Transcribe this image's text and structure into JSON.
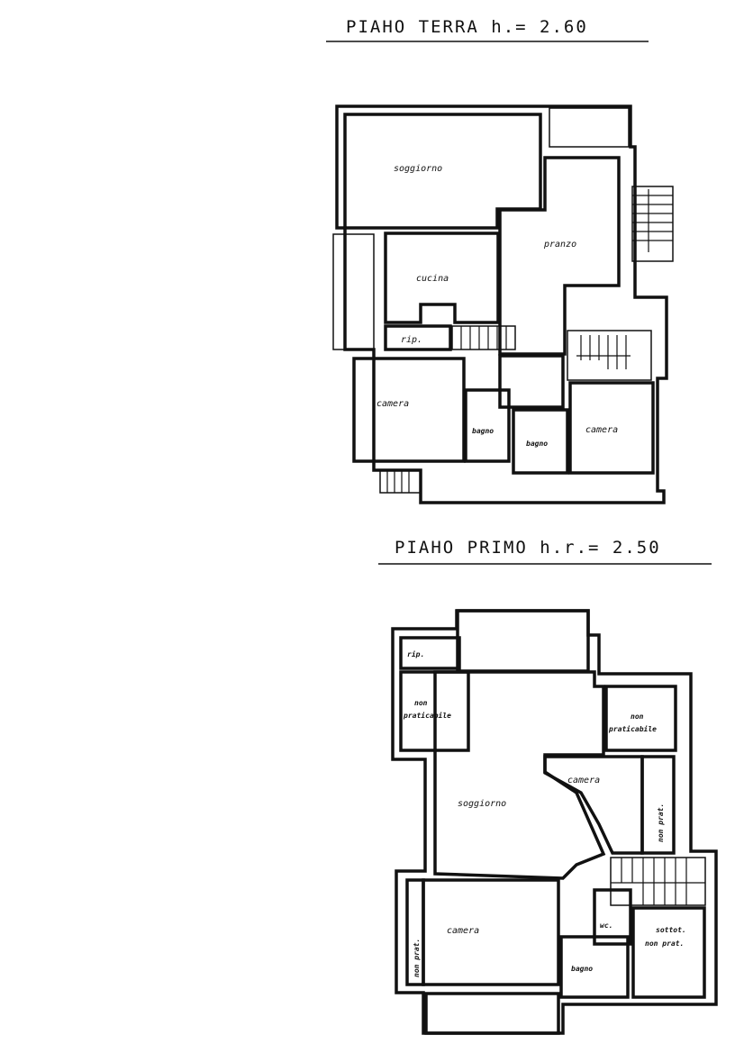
{
  "ground_floor": {
    "title": "PIAHO TERRA h.= 2.60",
    "rooms": {
      "soggiorno": "soggiorno",
      "pranzo": "pranzo",
      "cucina": "cucina",
      "rip": "rip.",
      "camera_left": "camera",
      "bagno_1": "bagno",
      "bagno_2": "bagno",
      "camera_right": "camera"
    }
  },
  "first_floor": {
    "title": "PIAHO PRIMO h.r.= 2.50",
    "rooms": {
      "rip": "rip.",
      "non_prat_left_1": "non",
      "non_prat_left_2": "praticabile",
      "non_prat_right_1": "non",
      "non_prat_right_2": "praticabile",
      "soggiorno": "soggiorno",
      "camera_right": "camera",
      "non_prat_vertical": "non prat.",
      "camera_left": "camera",
      "non_prat_left_vertical": "non prat.",
      "wc": "wc.",
      "bagno": "bagno",
      "sottotetto_1": "sottot.",
      "sottotetto_2": "non prat."
    }
  }
}
